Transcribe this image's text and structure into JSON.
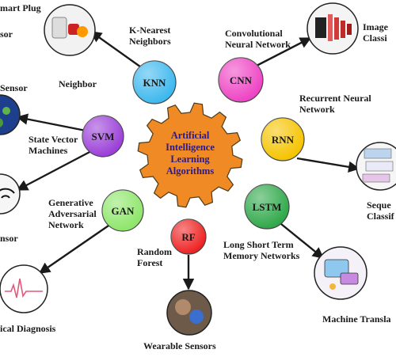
{
  "center": {
    "lines": [
      "Artificial",
      "Intelligence",
      "Learning",
      "Algorithms"
    ],
    "fill": "#f08a24",
    "text_color": "#2a1a8a"
  },
  "algorithms": [
    {
      "key": "knn",
      "abbr": "KNN",
      "color": "#3db8ee",
      "label_lines": [
        "K-Nearest",
        "Neighbors"
      ],
      "extra_lines": [
        "Neighbor"
      ]
    },
    {
      "key": "cnn",
      "abbr": "CNN",
      "color": "#ee44c4",
      "label_lines": [
        "Convolutional",
        "Neural Network"
      ]
    },
    {
      "key": "svm",
      "abbr": "SVM",
      "color": "#9b3fd8",
      "label_lines": [
        "State Vector",
        "Machines"
      ]
    },
    {
      "key": "rnn",
      "abbr": "RNN",
      "color": "#f5c400",
      "label_lines": [
        "Recurrent Neural",
        "Network"
      ]
    },
    {
      "key": "gan",
      "abbr": "GAN",
      "color": "#8ee66a",
      "label_lines": [
        "Generative",
        "Adversarial",
        "Network"
      ]
    },
    {
      "key": "lstm",
      "abbr": "LSTM",
      "color": "#2fa84a",
      "label_lines": [
        "Long Short Term",
        "Memory Networks"
      ]
    },
    {
      "key": "rf",
      "abbr": "RF",
      "color": "#ee2222",
      "label_lines": [
        "Random",
        "Forest"
      ]
    }
  ],
  "applications": [
    {
      "key": "smart-plug",
      "lines": [
        "mart Plug",
        "sor"
      ]
    },
    {
      "key": "sensor-top",
      "lines": [
        "Sensor"
      ]
    },
    {
      "key": "sensor-bottom",
      "lines": [
        "nsor"
      ]
    },
    {
      "key": "medical",
      "lines": [
        "ical Diagnosis"
      ]
    },
    {
      "key": "wearable",
      "lines": [
        "Wearable Sensors"
      ]
    },
    {
      "key": "image-class",
      "lines": [
        "Image",
        "Classi"
      ]
    },
    {
      "key": "sequence-class",
      "lines": [
        "Seque",
        "Classif"
      ]
    },
    {
      "key": "machine-transl",
      "lines": [
        "Machine  Transla"
      ]
    }
  ],
  "colors": {
    "arrow": "#1a1a1a",
    "node_border": "#444444"
  }
}
